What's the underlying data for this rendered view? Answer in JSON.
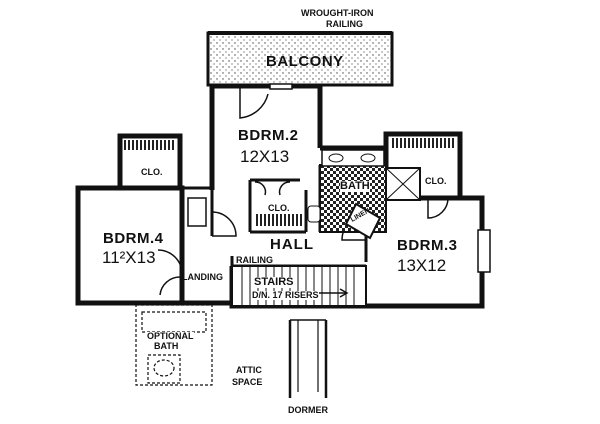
{
  "labels": {
    "railing_top": "WROUGHT-IRON",
    "railing_top2": "RAILING",
    "balcony": "BALCONY",
    "bdrm2": "BDRM.2",
    "bdrm2_dim": "12X13",
    "bdrm4": "BDRM.4",
    "bdrm4_dim": "11²X13",
    "bdrm3": "BDRM.3",
    "bdrm3_dim": "13X12",
    "clo_bdrm4": "CLO.",
    "clo_hall": "CLO.",
    "clo_bdrm3": "CLO.",
    "bath": "BATH",
    "linen": "LINEN",
    "hall": "HALL",
    "railing_stairs": "RAILING",
    "stairs": "STAIRS",
    "risers": "D/N. 17 RISERS",
    "landing": "LANDING",
    "optional": "OPTIONAL",
    "optional_bath": "BATH",
    "attic": "ATTIC",
    "attic2": "SPACE",
    "dormer": "DORMER"
  }
}
